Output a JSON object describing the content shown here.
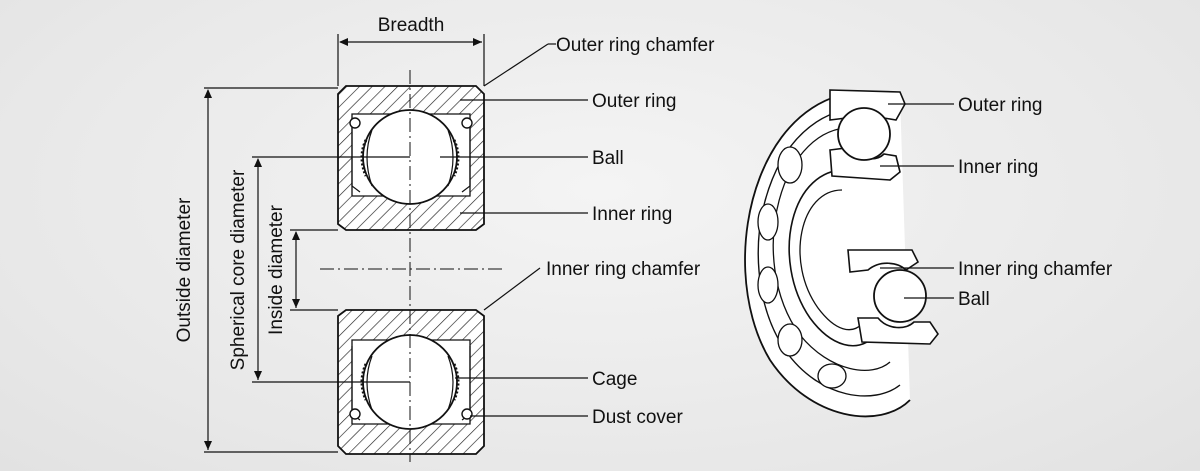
{
  "dimensions": {
    "breadth": "Breadth",
    "outside_diameter": "Outside diameter",
    "spherical_core_diameter": "Spherical core diameter",
    "inside_diameter": "Inside diameter"
  },
  "section_labels": {
    "outer_ring_chamfer": "Outer ring chamfer",
    "outer_ring": "Outer ring",
    "ball": "Ball",
    "inner_ring": "Inner ring",
    "inner_ring_chamfer": "Inner ring chamfer",
    "cage": "Cage",
    "dust_cover": "Dust cover"
  },
  "iso_labels": {
    "outer_ring": "Outer ring",
    "inner_ring": "Inner ring",
    "inner_ring_chamfer": "Inner ring chamfer",
    "ball": "Ball"
  }
}
